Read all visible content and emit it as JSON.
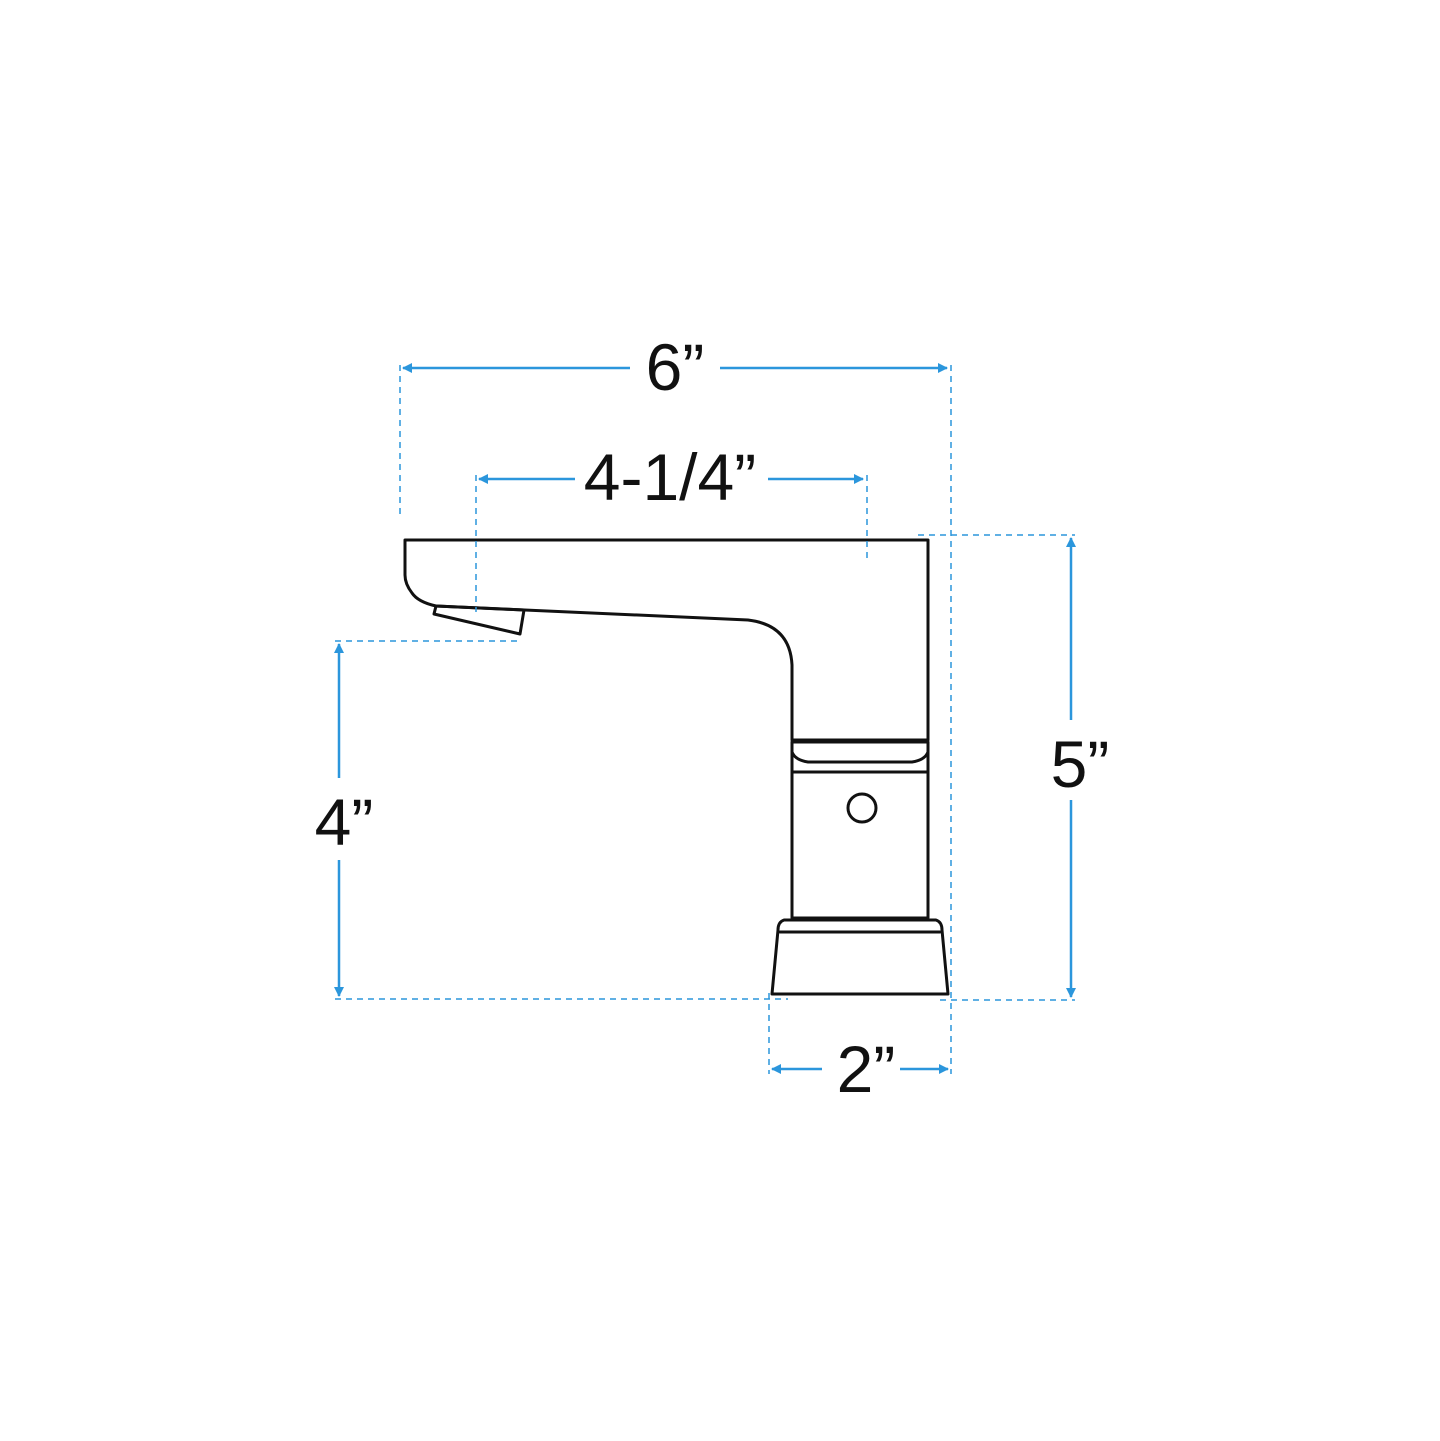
{
  "colors": {
    "dimension": "#2b96dc",
    "outline": "#111111",
    "background": "#ffffff"
  },
  "dimensions": {
    "overall_width": "6”",
    "spout_reach": "4-1/4”",
    "spout_height": "4”",
    "overall_height": "5”",
    "base_width": "2”"
  }
}
